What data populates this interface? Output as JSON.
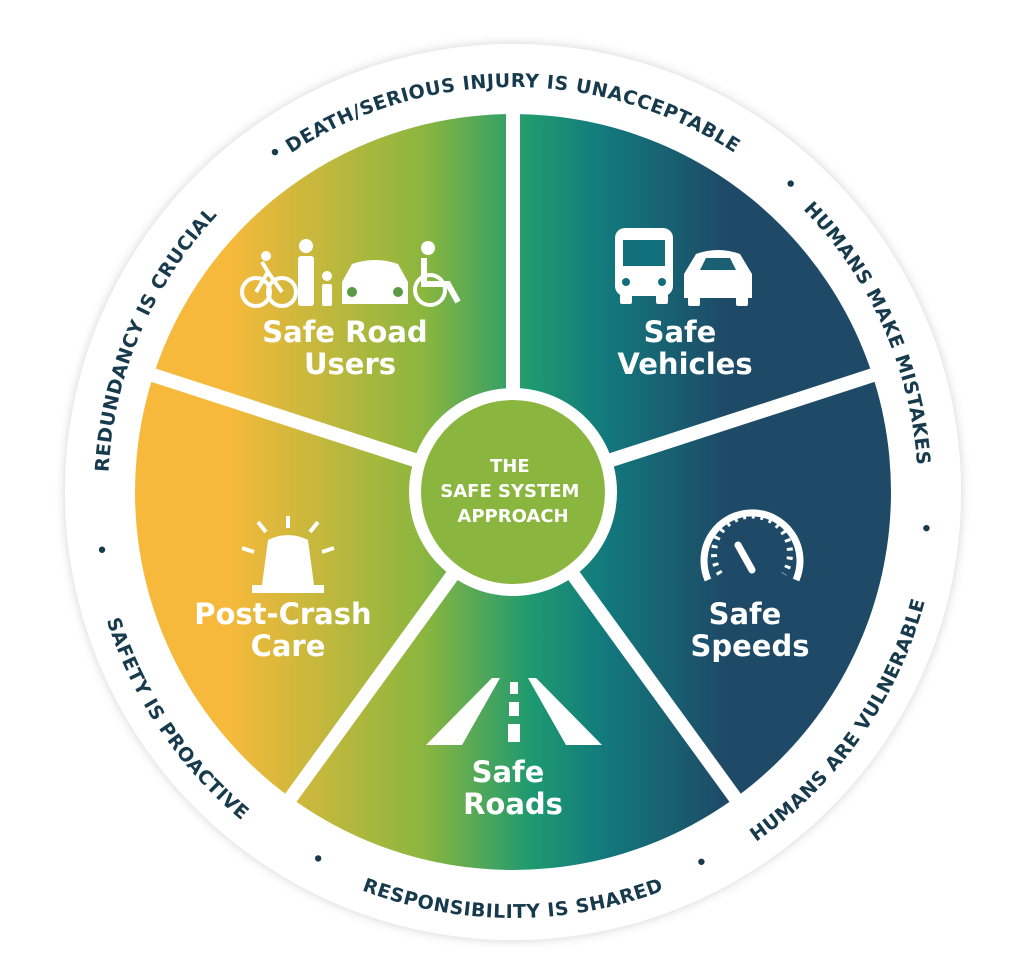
{
  "title": "THE SAFE SYSTEM APPROACH",
  "center": {
    "lines": [
      "THE",
      "SAFE SYSTEM",
      "APPROACH"
    ]
  },
  "principles": [
    "DEATH/SERIOUS INJURY IS UNACCEPTABLE",
    "HUMANS MAKE MISTAKES",
    "HUMANS ARE VULNERABLE",
    "RESPONSIBILITY IS SHARED",
    "SAFETY IS PROACTIVE",
    "REDUNDANCY IS CRUCIAL"
  ],
  "elements": [
    {
      "lines": [
        "Safe Road",
        "Users"
      ],
      "icon": "road-users-icon"
    },
    {
      "lines": [
        "Safe",
        "Vehicles"
      ],
      "icon": "vehicles-icon"
    },
    {
      "lines": [
        "Safe",
        "Speeds"
      ],
      "icon": "speedometer-icon"
    },
    {
      "lines": [
        "Safe",
        "Roads"
      ],
      "icon": "road-icon"
    },
    {
      "lines": [
        "Post-Crash",
        "Care"
      ],
      "icon": "siren-icon"
    }
  ],
  "colors": {
    "yellow": "#f6b93b",
    "green": "#8ab63f",
    "teal": "#17897b",
    "navy": "#1e4a67",
    "text": "#173a4c",
    "center": "#8ab63f"
  }
}
